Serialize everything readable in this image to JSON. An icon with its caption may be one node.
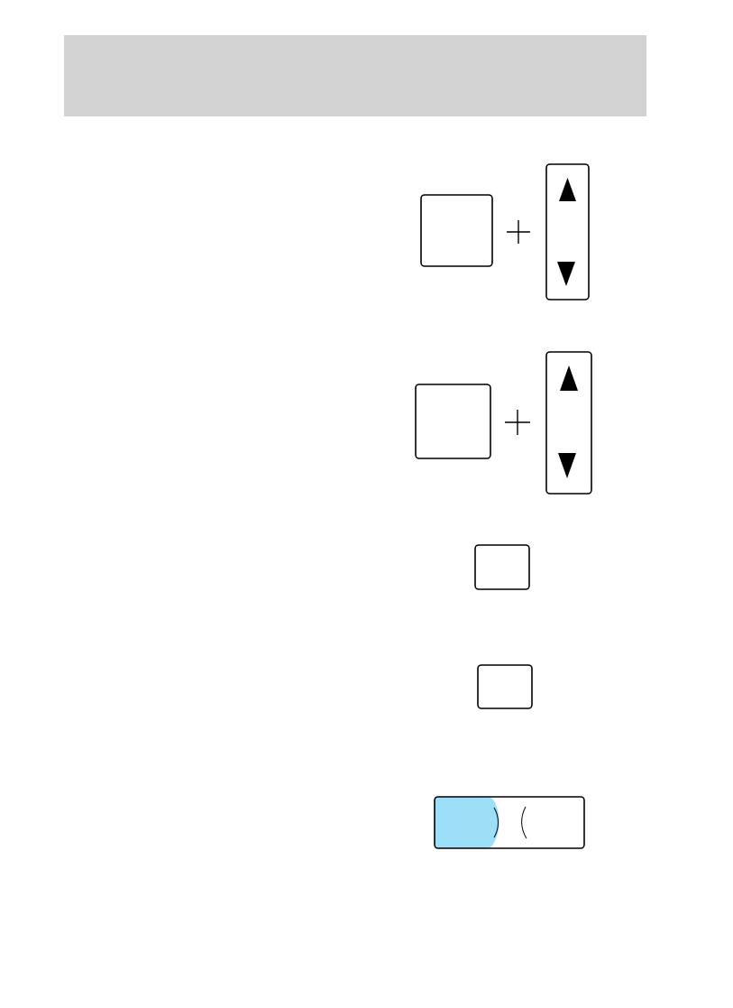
{
  "diagram": {
    "nodes": [
      {
        "text": [],
        "shape": "box"
      },
      {
        "text": [],
        "shape": "box"
      },
      {
        "text": [],
        "shape": "box"
      },
      {
        "text": [],
        "shape": "box"
      },
      {
        "text": [],
        "shape": "box"
      },
      {
        "text": [],
        "shape": "box"
      },
      {
        "text": [],
        "shape": "picture"
      }
    ]
  }
}
